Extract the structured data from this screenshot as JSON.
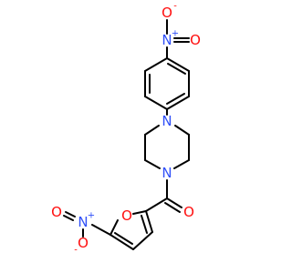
{
  "colors": {
    "bond": "#000000",
    "carbon": "#000000",
    "nitrogen": "#3050f8",
    "oxygen": "#ff0d0d"
  },
  "molecule": {
    "atoms": {
      "top_nitro_n": {
        "label": "N",
        "charge": "+"
      },
      "top_nitro_o_up": {
        "label": "O",
        "charge": "-"
      },
      "top_nitro_o_right": {
        "label": "O"
      },
      "piperazine_n_top": {
        "label": "N"
      },
      "piperazine_n_bottom": {
        "label": "N"
      },
      "carbonyl_o": {
        "label": "O"
      },
      "furan_o": {
        "label": "O"
      },
      "bottom_nitro_n": {
        "label": "N",
        "charge": "+"
      },
      "bottom_nitro_o_left": {
        "label": "O"
      },
      "bottom_nitro_o_down": {
        "label": "O",
        "charge": "-"
      }
    }
  }
}
